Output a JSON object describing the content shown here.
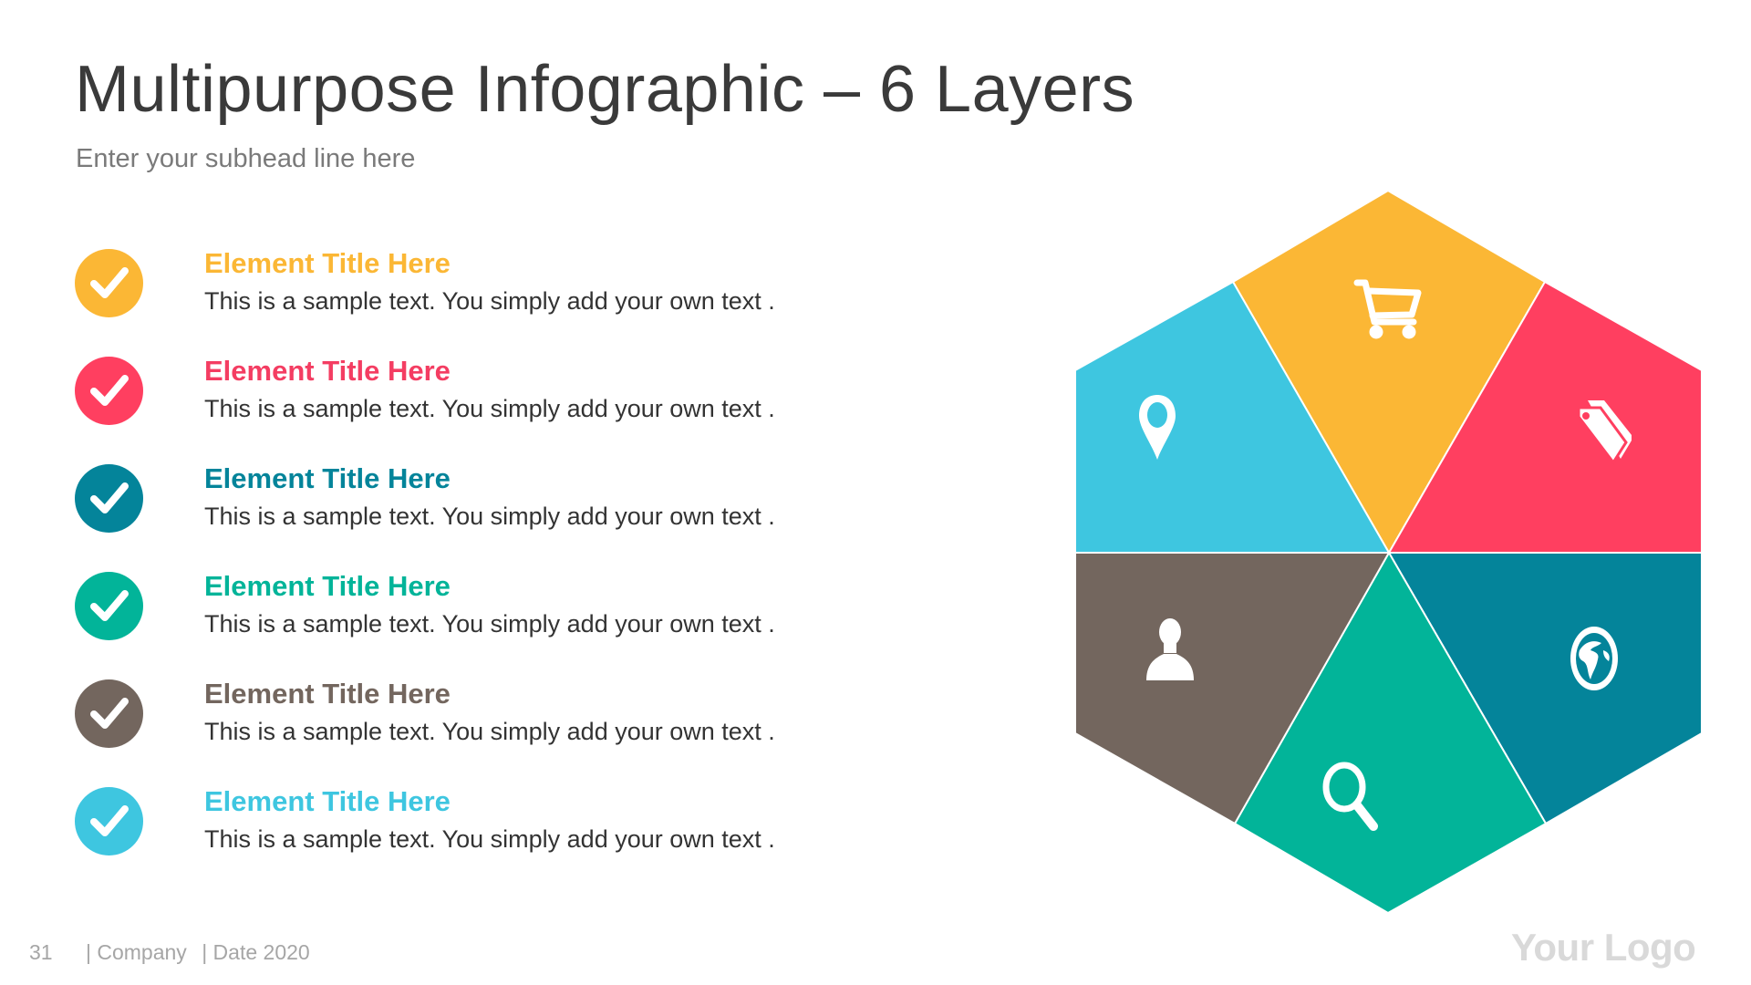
{
  "slide": {
    "title": "Multipurpose Infographic – 6 Layers",
    "subtitle": "Enter your subhead line here"
  },
  "items": [
    {
      "title": "Element Title Here",
      "text": "This is a sample text. You simply add your own text .",
      "color": "#FBB735",
      "icon": "check-icon"
    },
    {
      "title": "Element Title Here",
      "text": "This is a sample text. You simply add your own text .",
      "color": "#FF3F60",
      "icon": "check-icon"
    },
    {
      "title": "Element Title Here",
      "text": "This is a sample text. You simply add your own text .",
      "color": "#04849A",
      "icon": "check-icon"
    },
    {
      "title": "Element Title Here",
      "text": "This is a sample text. You simply add your own text .",
      "color": "#02B499",
      "icon": "check-icon"
    },
    {
      "title": "Element Title Here",
      "text": "This is a sample text. You simply add your own text .",
      "color": "#73665E",
      "icon": "check-icon"
    },
    {
      "title": "Element Title Here",
      "text": "This is a sample text. You simply add your own text .",
      "color": "#3EC6E0",
      "icon": "check-icon"
    }
  ],
  "hexagon": {
    "segments": [
      {
        "position": "top",
        "color": "#FBB735",
        "icon": "shopping-cart-icon"
      },
      {
        "position": "upper-right",
        "color": "#FF3F60",
        "icon": "price-tag-icon"
      },
      {
        "position": "lower-right",
        "color": "#04849A",
        "icon": "globe-icon"
      },
      {
        "position": "bottom",
        "color": "#02B499",
        "icon": "search-icon"
      },
      {
        "position": "lower-left",
        "color": "#73665E",
        "icon": "user-icon"
      },
      {
        "position": "upper-left",
        "color": "#3EC6E0",
        "icon": "location-pin-icon"
      }
    ]
  },
  "footer": {
    "page_number": "31",
    "company": "| Company",
    "date": "| Date 2020",
    "logo": "Your Logo"
  }
}
